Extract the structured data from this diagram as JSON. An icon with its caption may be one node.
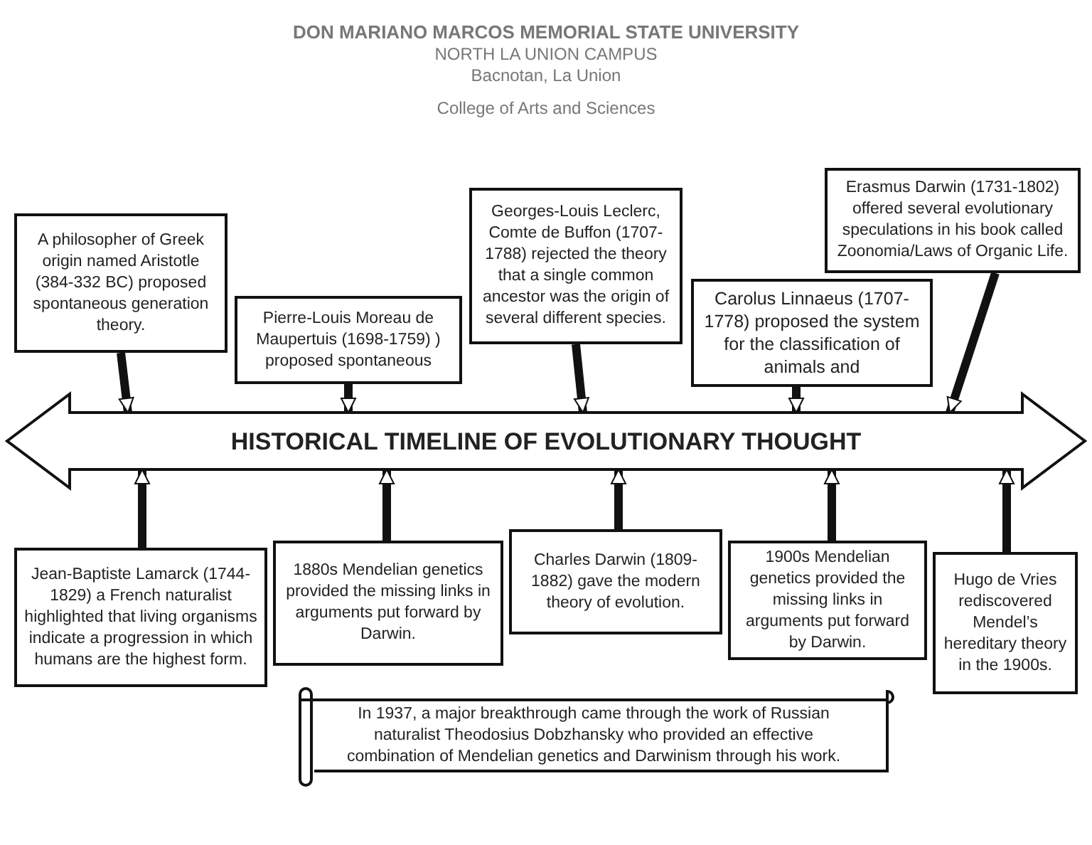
{
  "diagram": {
    "nodes": [
      {
        "text": [
          "A philosopher of Greek origin named Aristotle (384-332 BC) proposed spontaneous generation theory."
        ]
      },
      {
        "text": [
          "Pierre-Louis Moreau de Maupertuis (1698-1759) ) proposed spontaneous"
        ]
      },
      {
        "text": [
          "Georges-Louis Leclerc, Comte de Buffon (1707-1788) rejected the theory that a single common ancestor was the origin of several different species."
        ]
      },
      {
        "text": [
          "Carolus Linnaeus (1707-1778) proposed the system for the classification of animals and"
        ]
      },
      {
        "text": [
          "Erasmus Darwin (1731-1802) offered several evolutionary speculations in his book called Zoonomia/Laws of Organic Life."
        ]
      },
      {
        "text": [
          "HISTORICAL TIMELINE OF EVOLUTIONARY THOUGHT"
        ]
      },
      {
        "text": [
          "Jean-Baptiste Lamarck (1744-1829) a French naturalist highlighted that living organisms indicate a progression in which humans are the highest form."
        ]
      },
      {
        "text": [
          "1880s Mendelian genetics provided the missing links in arguments put forward by Darwin."
        ]
      },
      {
        "text": [
          "Charles Darwin (1809-1882) gave the modern theory of evolution."
        ]
      },
      {
        "text": [
          "1900s Mendelian genetics provided the missing links in arguments put forward by Darwin."
        ]
      },
      {
        "text": [
          "Hugo de Vries rediscovered Mendel’s hereditary theory in the 1900s."
        ]
      },
      {
        "text": [
          "In 1937, a major breakthrough came through the work of Russian naturalist Theodosius Dobzhansky who provided an effective combination of Mendelian genetics and Darwinism through his work."
        ]
      }
    ],
    "edges": [
      {
        "from": 0,
        "to": 5,
        "arrow": "to"
      },
      {
        "from": 1,
        "to": 5,
        "arrow": "to"
      },
      {
        "from": 2,
        "to": 5,
        "arrow": "to"
      },
      {
        "from": 3,
        "to": 5,
        "arrow": "to"
      },
      {
        "from": 4,
        "to": 5,
        "arrow": "to"
      },
      {
        "from": 6,
        "to": 5,
        "arrow": "to"
      },
      {
        "from": 7,
        "to": 5,
        "arrow": "to"
      },
      {
        "from": 8,
        "to": 5,
        "arrow": "to"
      },
      {
        "from": 9,
        "to": 5,
        "arrow": "to"
      },
      {
        "from": 10,
        "to": 5,
        "arrow": "to"
      }
    ],
    "labels": [
      "DON MARIANO MARCOS MEMORIAL STATE UNIVERSITY",
      "NORTH LA UNION CAMPUS",
      "Bacnotan, La Union",
      "College of Arts and Sciences"
    ]
  }
}
